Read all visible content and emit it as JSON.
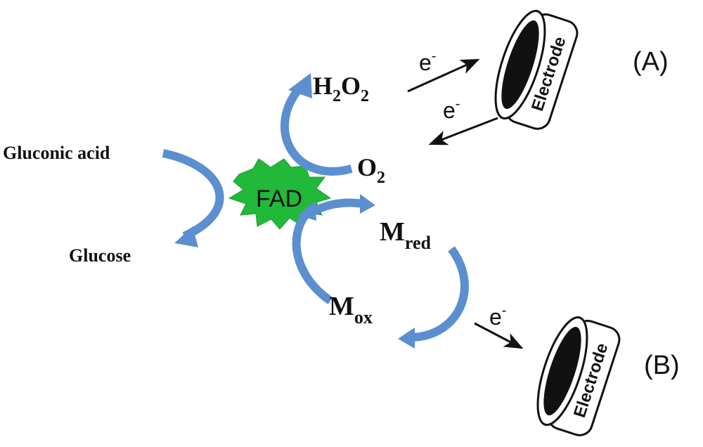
{
  "labels": {
    "gluconic_acid": "Gluconic acid",
    "glucose": "Glucose",
    "fad": "FAD",
    "h2o2_h": "H",
    "h2o2_sub1": "2",
    "h2o2_o": "O",
    "h2o2_sub2": "2",
    "o2_o": "O",
    "o2_sub": "2",
    "m_red": "M",
    "m_red_sub": "red",
    "m_ox": "M",
    "m_ox_sub": "ox",
    "electron_e": "e",
    "electron_minus": "-",
    "electrode_a": "Electrode",
    "electrode_b": "Electrode",
    "panel_a": "(A)",
    "panel_b": "(B)"
  },
  "colors": {
    "arrow_blue": "#5b8fd0",
    "arrow_blue_dark": "#3f73b8",
    "fad_green": "#22b83a",
    "ink": "#111111"
  }
}
